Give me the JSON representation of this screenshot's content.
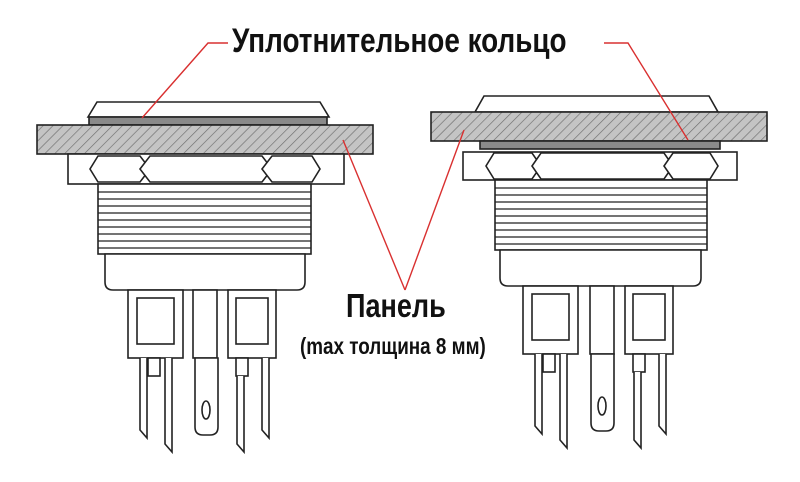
{
  "labels": {
    "seal_ring": "Уплотнительное кольцо",
    "panel": "Панель",
    "panel_note": "(max толщина 8 мм)"
  },
  "colors": {
    "outline": "#222222",
    "panel_fill": "#b8b8b8",
    "seal_fill": "#8a8a8a",
    "leader_line": "#d93030",
    "text": "#111111"
  }
}
